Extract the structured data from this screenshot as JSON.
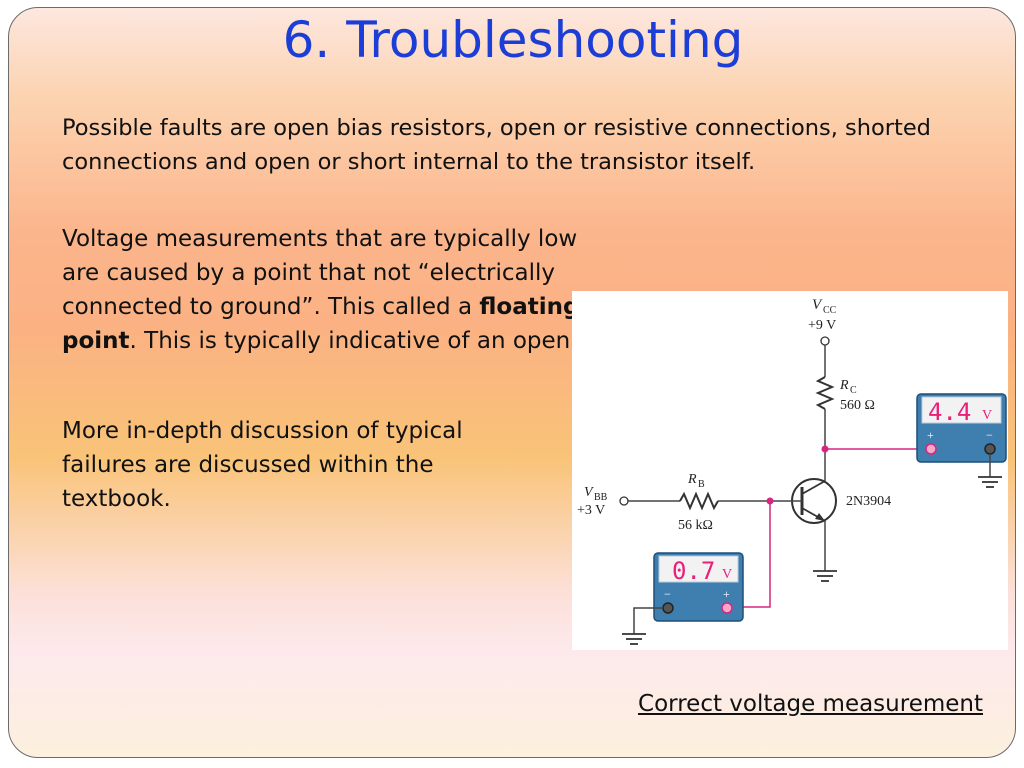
{
  "title": "6. Troubleshooting",
  "paragraph1": "Possible faults are open bias resistors, open or resistive connections, shorted connections and open or short internal to the transistor itself.",
  "paragraph2": {
    "before": "Voltage measurements that are typically low are caused by a point that not “electrically connected to ground”. This called a ",
    "bold": "floating point",
    "after": ". This is typically indicative of an open."
  },
  "paragraph3": "More in-depth discussion of typical failures are discussed within the textbook.",
  "caption": "Correct voltage measurement",
  "circuit": {
    "vcc_label": "V",
    "vcc_sub": "CC",
    "vcc_value": "+9 V",
    "rc_label": "R",
    "rc_sub": "C",
    "rc_value": "560 Ω",
    "rb_label": "R",
    "rb_sub": "B",
    "rb_value": "56 kΩ",
    "vbb_label": "V",
    "vbb_sub": "BB",
    "vbb_value": "+3 V",
    "transistor": "2N3904",
    "meter_collector": {
      "reading": "4.4",
      "unit": "V"
    },
    "meter_base": {
      "reading": "0.7",
      "unit": "V"
    },
    "minus": "−",
    "plus": "+",
    "wire_color": "#d6267f",
    "display_color": "#e8207a"
  }
}
